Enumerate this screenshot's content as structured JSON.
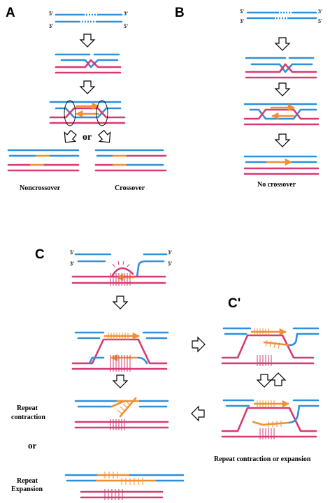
{
  "panels": {
    "A": "A",
    "B": "B",
    "C": "C",
    "C_prime": "C'"
  },
  "ends": {
    "five_prime": "5'",
    "three_prime": "3'"
  },
  "captions": {
    "or_a": "or",
    "noncrossover": "Noncrossover",
    "crossover": "Crossover",
    "no_crossover": "No crossover",
    "repeat_contraction": [
      "Repeat",
      "contraction"
    ],
    "or_c": "or",
    "repeat_expansion": [
      "Repeat",
      "Expansion"
    ],
    "contraction_or_expansion": "Repeat contraction or expansion"
  },
  "colors": {
    "donor_strand": "#d63a73",
    "broken_strand": "#2f8fd8",
    "new_synthesis": "#f09032"
  }
}
